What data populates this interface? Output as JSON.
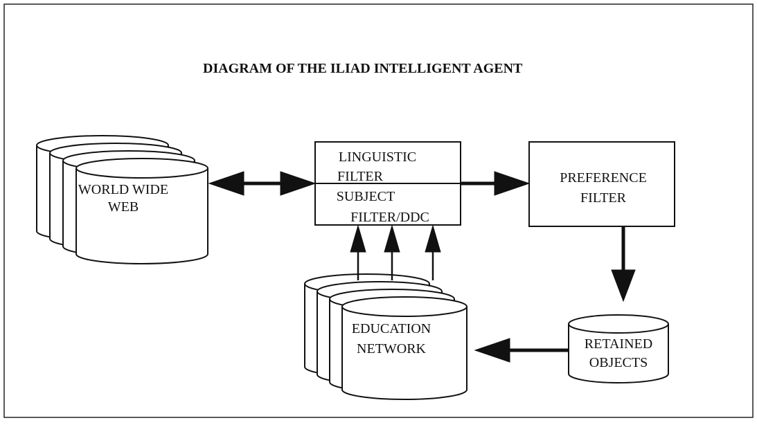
{
  "title": "DIAGRAM OF THE ILIAD INTELLIGENT AGENT",
  "nodes": {
    "world_wide_web": {
      "line1": "WORLD WIDE",
      "line2": "WEB"
    },
    "linguistic_filter": {
      "line1": "LINGUISTIC",
      "line2": "FILTER"
    },
    "subject_filter": {
      "line1": "SUBJECT",
      "line2": "FILTER/DDC"
    },
    "preference_filter": {
      "line1": "PREFERENCE",
      "line2": "FILTER"
    },
    "retained_objects": {
      "line1": "RETAINED",
      "line2": "OBJECTS"
    },
    "education_network": {
      "line1": "EDUCATION",
      "line2": "NETWORK"
    }
  },
  "colors": {
    "ink": "#111111",
    "paper": "#ffffff"
  }
}
